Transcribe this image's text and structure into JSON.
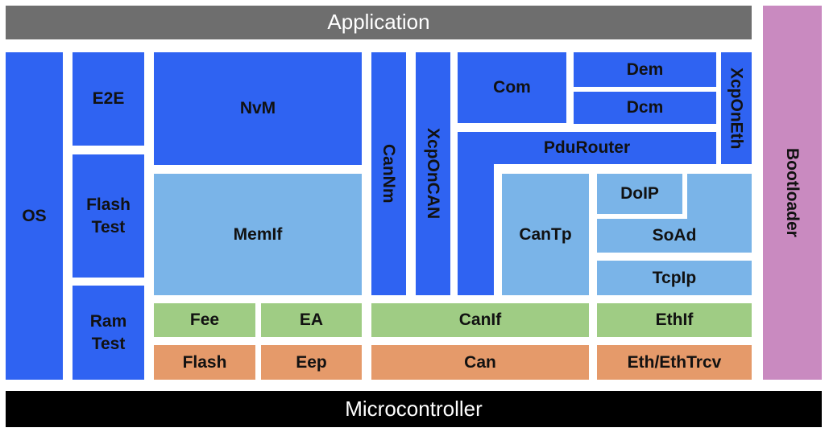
{
  "colors": {
    "dark_blue": "#2f63f2",
    "light_blue": "#7ab4e8",
    "green": "#9fcc84",
    "orange": "#e59a6a",
    "pink": "#c98ac0",
    "gray": "#6e6e6e",
    "black": "#000000",
    "white_text": "#ffffff",
    "dark_text": "#111111"
  },
  "layers": {
    "application": "Application",
    "microcontroller": "Microcontroller",
    "bootloader": "Bootloader"
  },
  "modules": {
    "os": "OS",
    "e2e": "E2E",
    "flash_test": "Flash\nTest",
    "ram_test": "Ram\nTest",
    "nvm": "NvM",
    "memif": "MemIf",
    "fee": "Fee",
    "ea": "EA",
    "flash": "Flash",
    "eep": "Eep",
    "cannm": "CanNm",
    "xcponcan": "XcpOnCAN",
    "com": "Com",
    "dem": "Dem",
    "dcm": "Dcm",
    "xcponeth": "XcpOnEth",
    "pdurouter": "PduRouter",
    "cantp": "CanTp",
    "doip": "DoIP",
    "soad": "SoAd",
    "tcpip": "TcpIp",
    "canif": "CanIf",
    "ethif": "EthIf",
    "can": "Can",
    "eth_ethtrcv": "Eth/EthTrcv"
  }
}
